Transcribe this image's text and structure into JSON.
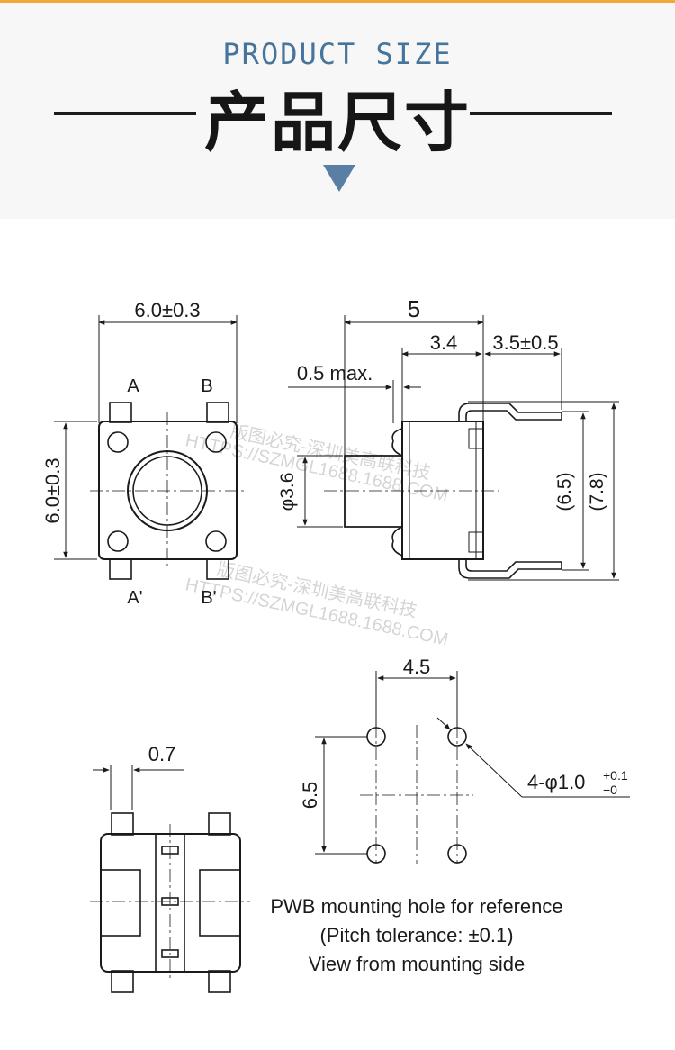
{
  "header": {
    "subtitle": "PRODUCT SIZE",
    "title": "产品尺寸"
  },
  "top_view": {
    "width_dim": "6.0±0.3",
    "height_dim": "6.0±0.3",
    "pin_a": "A",
    "pin_b": "B",
    "pin_a_prime": "A'",
    "pin_b_prime": "B'"
  },
  "side_view": {
    "overall": "5",
    "body": "3.4",
    "lead": "3.5±0.5",
    "stem_max": "0.5 max.",
    "stem_dia": "φ3.6",
    "inner_height": "(6.5)",
    "outer_height": "(7.8)"
  },
  "bottom_view": {
    "pin_width": "0.7"
  },
  "pwb": {
    "pitch_x": "4.5",
    "pitch_y": "6.5",
    "hole_prefix": "4-φ1.0",
    "tol_plus": "+0.1",
    "tol_minus": "−0",
    "note_line1": "PWB mounting hole for reference",
    "note_line2": "(Pitch tolerance: ±0.1)",
    "note_line3": "View from mounting side"
  },
  "watermark": {
    "line1": "版图必究-深圳美高联科技",
    "line2": "HTTPS://SZMGL1688.1688.COM"
  }
}
